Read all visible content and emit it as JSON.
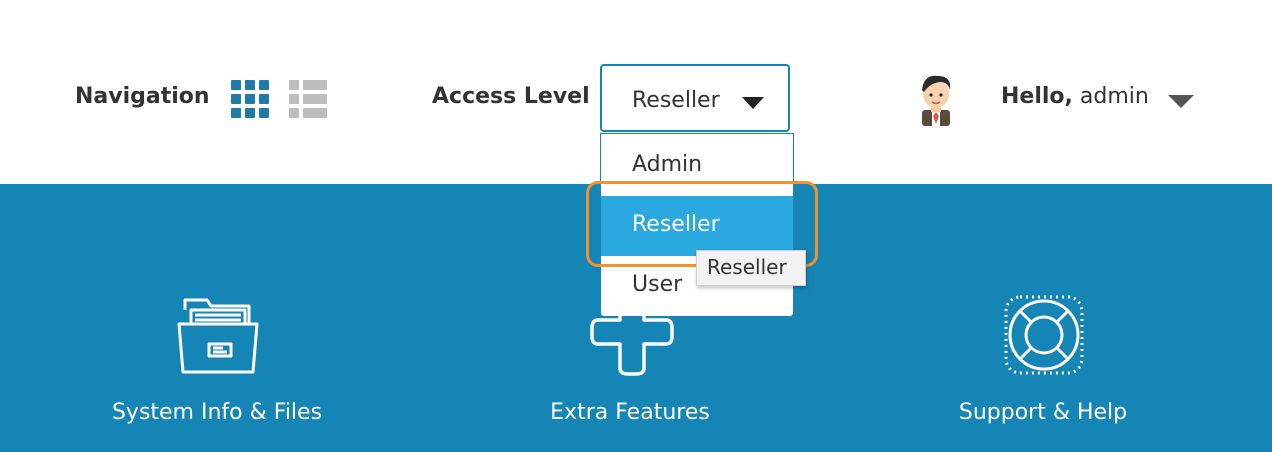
{
  "header": {
    "navigation_label": "Navigation",
    "access_level_label": "Access Level",
    "access_level_selected": "Reseller",
    "greeting_prefix": "Hello,",
    "username": "admin"
  },
  "dropdown": {
    "options": [
      "Admin",
      "Reseller",
      "User"
    ],
    "highlighted": "Reseller",
    "tooltip": "Reseller"
  },
  "tiles": [
    {
      "label": "System Info & Files",
      "icon": "folder-icon"
    },
    {
      "label": "Extra Features",
      "icon": "plus-icon"
    },
    {
      "label": "Support & Help",
      "icon": "lifebuoy-icon"
    }
  ],
  "colors": {
    "accent": "#1585b5",
    "highlight_option": "#2aa8e0",
    "focus_ring": "#f0922f",
    "grid_icon_active": "#1f7aa8",
    "list_icon_inactive": "#bdbdbd"
  }
}
